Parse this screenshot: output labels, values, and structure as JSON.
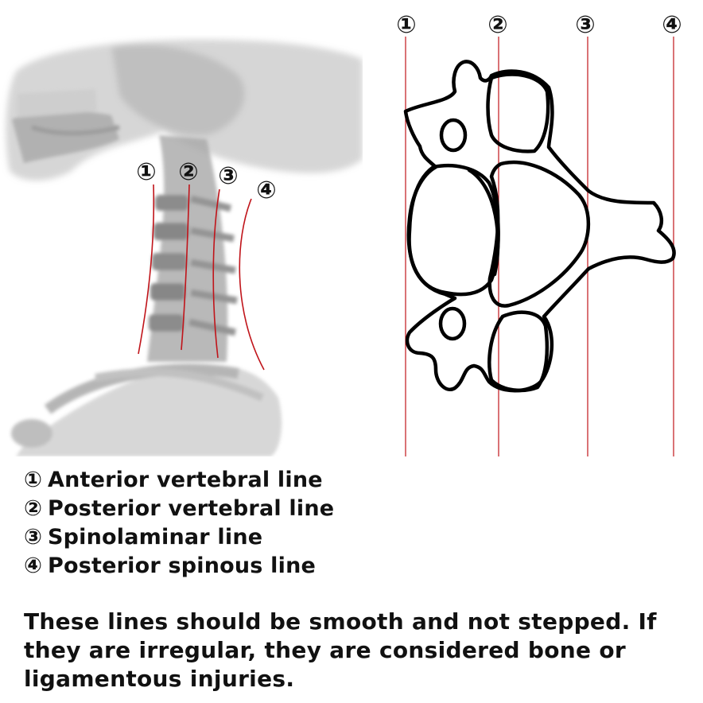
{
  "xray_markers": [
    "①",
    "②",
    "③",
    "④"
  ],
  "diagram_markers": [
    "①",
    "②",
    "③",
    "④"
  ],
  "legend": [
    {
      "num": "①",
      "label": "Anterior vertebral line"
    },
    {
      "num": "②",
      "label": "Posterior vertebral line"
    },
    {
      "num": "③",
      "label": "Spinolaminar line"
    },
    {
      "num": "④",
      "label": "Posterior spinous line"
    }
  ],
  "note": "These lines should be smooth and not stepped. If they are irregular, they are considered bone or ligamentous injuries.",
  "colors": {
    "line": "#c0141a",
    "bone": "#000000",
    "xray_shade": "#8a8a8a"
  }
}
